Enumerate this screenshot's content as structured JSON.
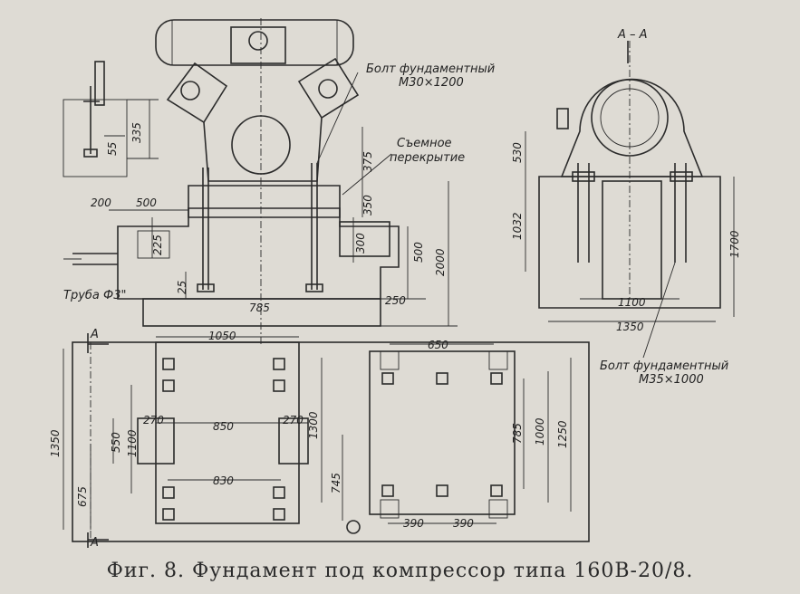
{
  "caption": "Фиг. 8. Фундамент под компрессор типа 160В-20/8.",
  "callouts": {
    "bolt_m30": [
      "Болт фундаментный",
      "М30×1200"
    ],
    "removable_cover": [
      "Съемное",
      "перекрытие"
    ],
    "pipe": "Труба Ф3\"",
    "bolt_m35": [
      "Болт фундаментный",
      "М35×1000"
    ],
    "section": "А – А",
    "section_mark_top": "А",
    "section_mark_bottom": "А"
  },
  "dimensions": {
    "d335": "335",
    "d55": "55",
    "d375": "375",
    "d350": "350",
    "d300": "300",
    "d500a": "500",
    "d2000": "2000",
    "d200": "200",
    "d500b": "500",
    "d225": "225",
    "d25": "25",
    "d785a": "785",
    "d250": "250",
    "d530": "530",
    "d1032": "1032",
    "d1700": "1700",
    "d1100": "1100",
    "d1350a": "1350",
    "d1050": "1050",
    "d270a": "270",
    "d850": "850",
    "d270b": "270",
    "d1300": "1300",
    "d550": "550",
    "d1100b": "1100",
    "d1350b": "1350",
    "d675": "675",
    "d830": "830",
    "d745": "745",
    "d650": "650",
    "d785b": "785",
    "d1000": "1000",
    "d1250": "1250",
    "d390a": "390",
    "d390b": "390"
  }
}
